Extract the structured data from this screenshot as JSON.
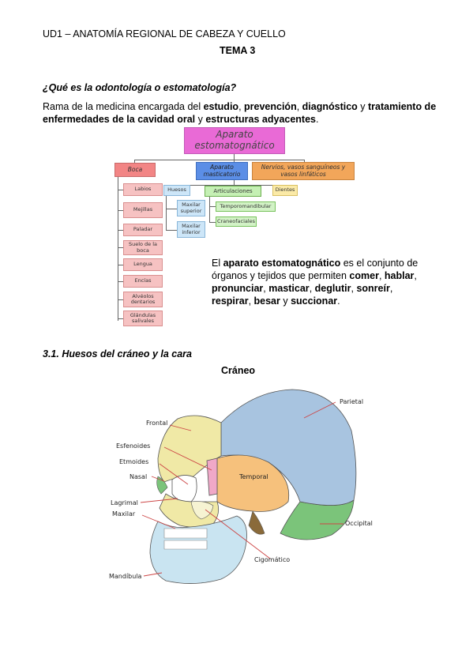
{
  "header": {
    "unit": "UD1 – ANATOMÍA REGIONAL DE CABEZA Y CUELLO",
    "tema": "TEMA 3"
  },
  "question": "¿Qué es la odontología o estomatología?",
  "intro": {
    "t1": "Rama de la medicina encargada del ",
    "b1": "estudio",
    "t2": ", ",
    "b2": "prevención",
    "t3": ", ",
    "b3": "diagnóstico",
    "t4": " y ",
    "b4": "tratamiento de enfermedades de la cavidad oral",
    "t5": " y ",
    "b5": "estructuras adyacentes",
    "t6": "."
  },
  "diagram": {
    "root": "Aparato estomatognático",
    "boca": "Boca",
    "masticatorio": "Aparato masticatorio",
    "nervios": "Nervios, vasos sanguíneos y vasos linfáticos",
    "boca_items": [
      "Labios",
      "Mejillas",
      "Paladar",
      "Suelo de la boca",
      "Lengua",
      "Encías",
      "Alvéolos dentarios",
      "Glándulas salivales"
    ],
    "huesos": "Huesos",
    "huesos_items": [
      "Maxilar superior",
      "Maxilar inferior"
    ],
    "articulaciones": "Articulaciones",
    "articulaciones_items": [
      "Temporomandibular",
      "Craneofaciales"
    ],
    "dientes": "Dientes"
  },
  "definition": {
    "t1": "El ",
    "b1": "aparato estomatognático",
    "t2": " es el conjunto de órganos y tejidos que permiten ",
    "b2": "comer",
    "t3": ", ",
    "b3": "hablar",
    "t4": ", ",
    "b4": "pronunciar",
    "t5": ", ",
    "b5": "masticar",
    "t6": ", ",
    "b6": "deglutir",
    "t7": ", ",
    "b7": "sonreír",
    "t8": ", ",
    "b8": "respirar",
    "t9": ", ",
    "b9": "besar",
    "t10": " y ",
    "b10": "succionar",
    "t11": "."
  },
  "section": "3.1. Huesos del cráneo y la cara",
  "skull": {
    "title": "Cráneo",
    "labels": {
      "parietal": "Parietal",
      "frontal": "Frontal",
      "esfenoides": "Esfenoides",
      "etmoides": "Etmoides",
      "nasal": "Nasal",
      "temporal": "Temporal",
      "lagrimal": "Lagrimal",
      "maxilar": "Maxilar",
      "occipital": "Occipital",
      "cigomatico": "Cigomático",
      "mandibula": "Mandíbula"
    }
  }
}
